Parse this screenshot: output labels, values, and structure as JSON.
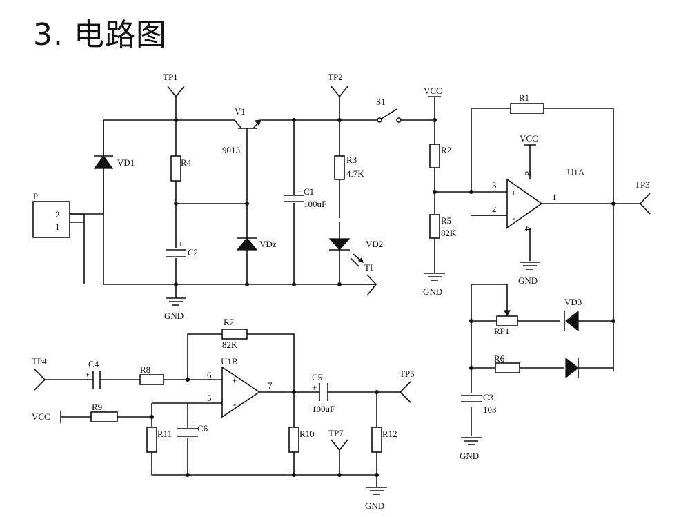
{
  "title": "3. 电路图",
  "labels": {
    "tp1": "TP1",
    "tp2": "TP2",
    "tp3": "TP3",
    "tp4": "TP4",
    "tp5": "TP5",
    "tp7": "TP7",
    "tp_led": "TI",
    "v1": "V1",
    "v1_model": "9013",
    "s1": "S1",
    "vcc_top": "VCC",
    "vcc_op": "VCC",
    "vcc_left": "VCC",
    "r1": "R1",
    "r2": "R2",
    "r3": "R3",
    "r3_val": "4.7K",
    "r4": "R4",
    "r5": "R5",
    "r5_val": "82K",
    "r6": "R6",
    "r7": "R7",
    "r7_val": "82K",
    "r8": "R8",
    "r9": "R9",
    "r10": "R10",
    "r11": "R11",
    "r12": "R12",
    "rp1": "RP1",
    "c1": "C1",
    "c1_val": "100uF",
    "c2": "C2",
    "c3": "C3",
    "c3_val": "103",
    "c4": "C4",
    "c5": "C5",
    "c5_val": "100uF",
    "c6": "C6",
    "vd1": "VD1",
    "vdz": "VDz",
    "vd2": "VD2",
    "vd3": "VD3",
    "u1a": "U1A",
    "u1b": "U1B",
    "p": "P",
    "p_pin2": "2",
    "p_pin1": "1",
    "gnd1": "GND",
    "gnd2": "GND",
    "gnd3": "GND",
    "gnd4": "GND",
    "gnd5": "GND",
    "plus": "+",
    "minus": "-",
    "u1a_pin3": "3",
    "u1a_pin2": "2",
    "u1a_pin1": "1",
    "u1a_pin8": "8",
    "u1a_pin4": "4",
    "u1b_pin6": "6",
    "u1b_pin5": "5",
    "u1b_pin7": "7"
  }
}
